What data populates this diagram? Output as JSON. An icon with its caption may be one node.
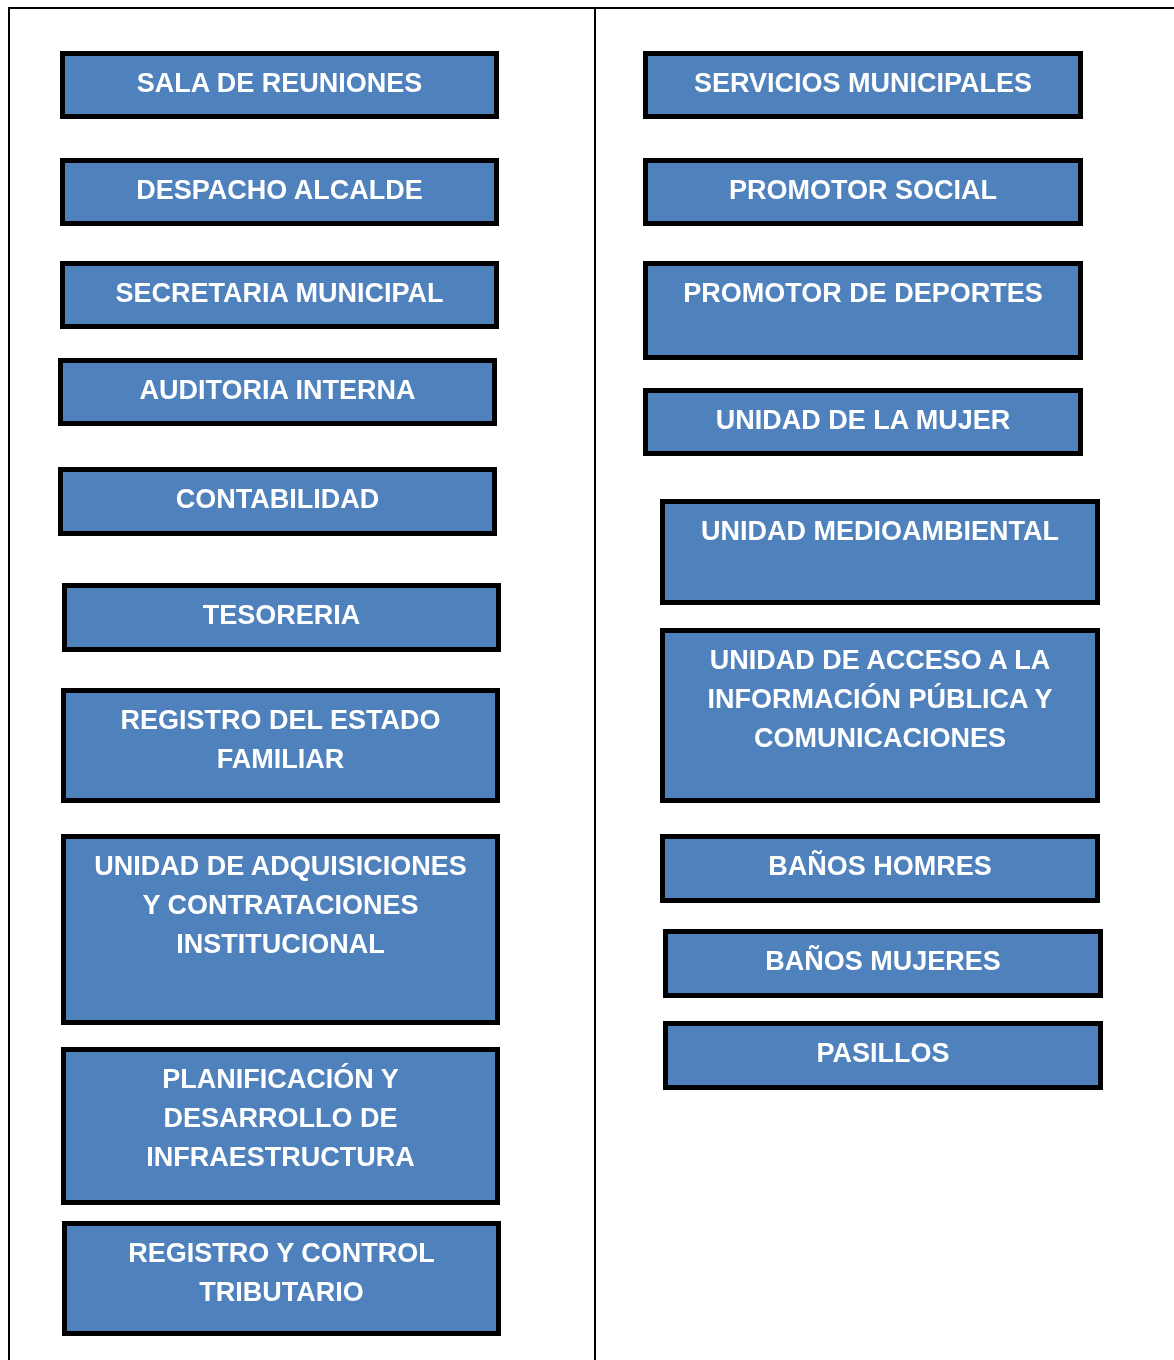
{
  "diagram": {
    "nodes": [
      {
        "text": [
          "SALA DE REUNIONES"
        ]
      },
      {
        "text": [
          "DESPACHO ALCALDE"
        ]
      },
      {
        "text": [
          "SECRETARIA MUNICIPAL"
        ]
      },
      {
        "text": [
          "AUDITORIA INTERNA"
        ]
      },
      {
        "text": [
          "CONTABILIDAD"
        ]
      },
      {
        "text": [
          "TESORERIA"
        ]
      },
      {
        "text": [
          "REGISTRO DEL ESTADO FAMILIAR"
        ]
      },
      {
        "text": [
          "UNIDAD DE ADQUISICIONES Y CONTRATACIONES INSTITUCIONAL"
        ]
      },
      {
        "text": [
          "PLANIFICACIÓN Y DESARROLLO DE INFRAESTRUCTURA"
        ]
      },
      {
        "text": [
          "REGISTRO Y CONTROL TRIBUTARIO"
        ]
      },
      {
        "text": [
          "SERVICIOS MUNICIPALES"
        ]
      },
      {
        "text": [
          "PROMOTOR SOCIAL"
        ]
      },
      {
        "text": [
          "PROMOTOR DE DEPORTES"
        ]
      },
      {
        "text": [
          "UNIDAD DE LA MUJER"
        ]
      },
      {
        "text": [
          "UNIDAD MEDIOAMBIENTAL"
        ]
      },
      {
        "text": [
          "UNIDAD DE ACCESO A LA INFORMACIÓN PÚBLICA Y COMUNICACIONES"
        ]
      },
      {
        "text": [
          "BAÑOS HOMRES"
        ]
      },
      {
        "text": [
          "BAÑOS MUJERES"
        ]
      },
      {
        "text": [
          "PASILLOS"
        ]
      }
    ]
  }
}
